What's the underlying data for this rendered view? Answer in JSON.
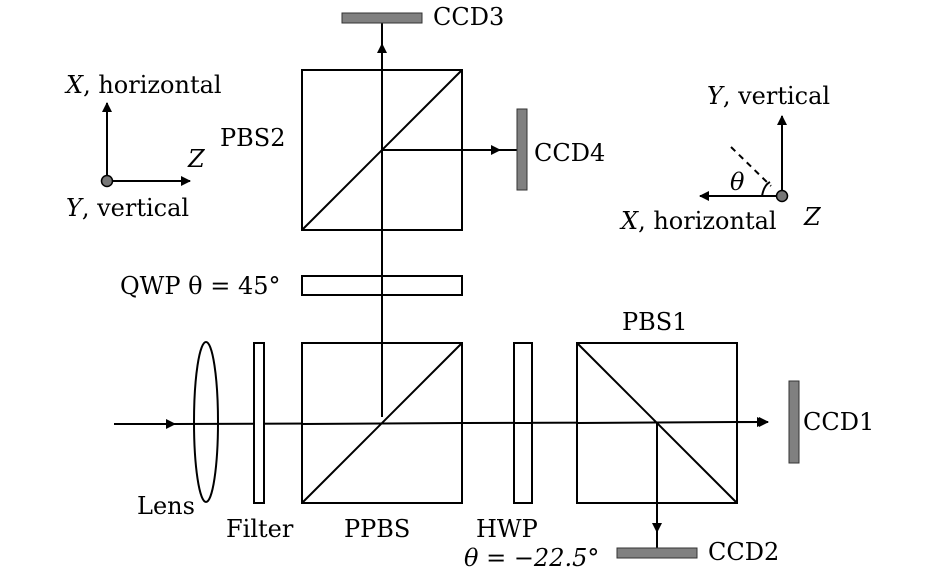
{
  "labels": {
    "ccd1": "CCD1",
    "ccd2": "CCD2",
    "ccd3": "CCD3",
    "ccd4": "CCD4",
    "pbs1": "PBS1",
    "pbs2": "PBS2",
    "ppbs": "PPBS",
    "hwp": "HWP",
    "hwp_angle": "θ = −22.5°",
    "qwp": "QWP θ = 45°",
    "lens": "Lens",
    "filter": "Filter"
  },
  "axes_left": {
    "x_var": "X",
    "x_text": ", horizontal",
    "y_var": "Y",
    "y_text": ", vertical",
    "z_var": "Z"
  },
  "axes_right": {
    "y_var": "Y",
    "y_text": ", vertical",
    "x_var": "X",
    "x_text": ", horizontal",
    "z_var": "Z",
    "theta": "θ"
  }
}
